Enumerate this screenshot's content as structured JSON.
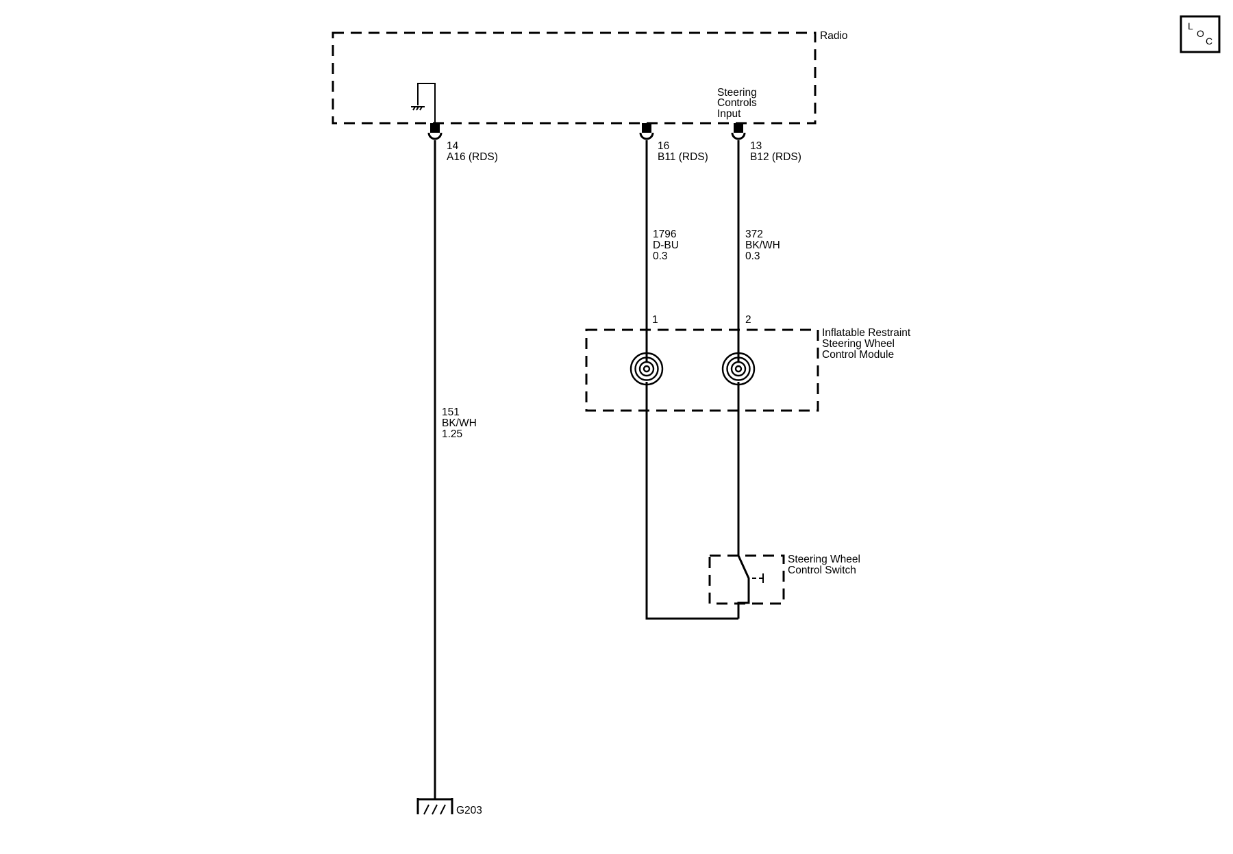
{
  "loc_badge": {
    "l": "L",
    "o": "O",
    "c": "C"
  },
  "radio": {
    "name": "Radio",
    "input_label": [
      "Steering",
      "Controls",
      "Input"
    ]
  },
  "connectors": [
    {
      "pin": "14",
      "id": "A16 (RDS)"
    },
    {
      "pin": "16",
      "id": "B11 (RDS)"
    },
    {
      "pin": "13",
      "id": "B12 (RDS)"
    }
  ],
  "wires": [
    {
      "circuit": "151",
      "color": "BK/WH",
      "gauge": "1.25"
    },
    {
      "circuit": "1796",
      "color": "D-BU",
      "gauge": "0.3"
    },
    {
      "circuit": "372",
      "color": "BK/WH",
      "gauge": "0.3"
    }
  ],
  "module": {
    "name": [
      "Inflatable Restraint",
      "Steering Wheel",
      "Control Module"
    ],
    "pins": [
      "1",
      "2"
    ]
  },
  "switch": {
    "name": [
      "Steering Wheel",
      "Control Switch"
    ]
  },
  "ground": {
    "id": "G203"
  }
}
